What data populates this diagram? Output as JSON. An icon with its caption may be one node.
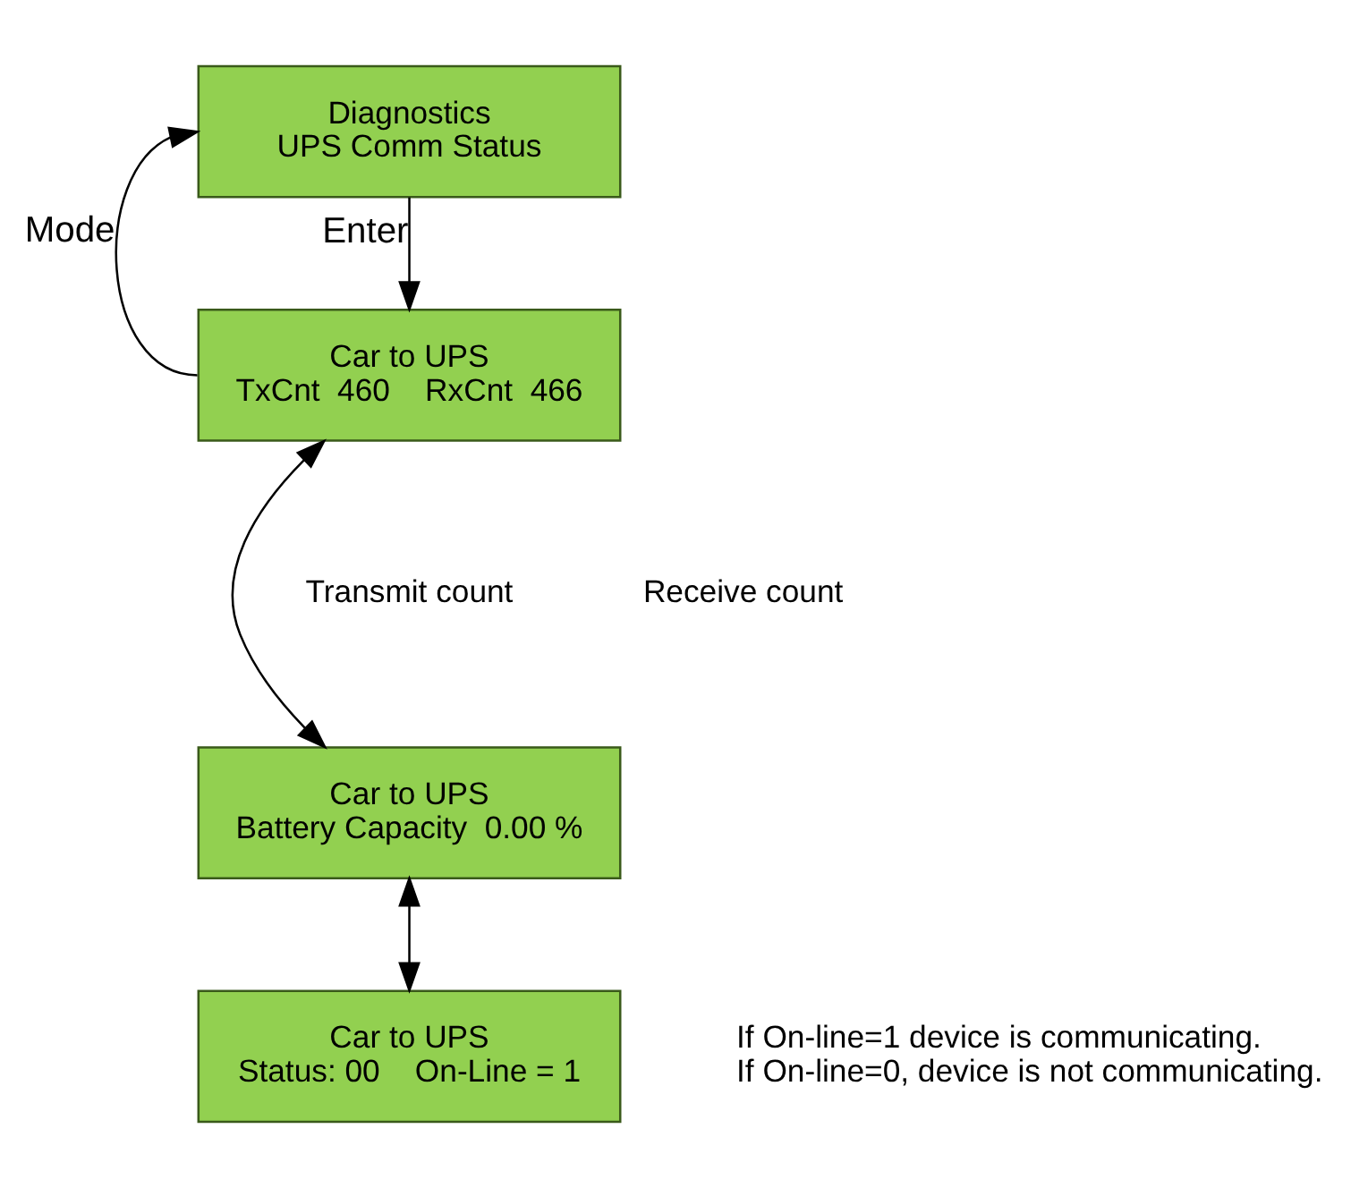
{
  "diagram": {
    "nodes": [
      {
        "text": [
          "Diagnostics",
          "UPS Comm Status"
        ]
      },
      {
        "text": [
          "Car to UPS",
          "TxCnt  460    RxCnt  466"
        ]
      },
      {
        "text": [
          "Car to UPS",
          "Battery Capacity  0.00 %"
        ]
      },
      {
        "text": [
          "Car to UPS",
          "Status: 00    On-Line = 1"
        ],
        "beside": [
          "If On-line=1 device is communicating.",
          "If On-line=0, device is not communicating."
        ]
      }
    ],
    "edges": [
      {
        "from": 0,
        "to": 1,
        "arrow": "to",
        "label": "Enter"
      },
      {
        "from": 1,
        "to": 0,
        "arrow": "to",
        "label": "Mode"
      },
      {
        "from": 1,
        "to": 2,
        "arrow": "both"
      },
      {
        "from": 2,
        "to": 3,
        "arrow": "both"
      }
    ],
    "labels": [
      "Transmit count",
      "Receive count"
    ]
  }
}
